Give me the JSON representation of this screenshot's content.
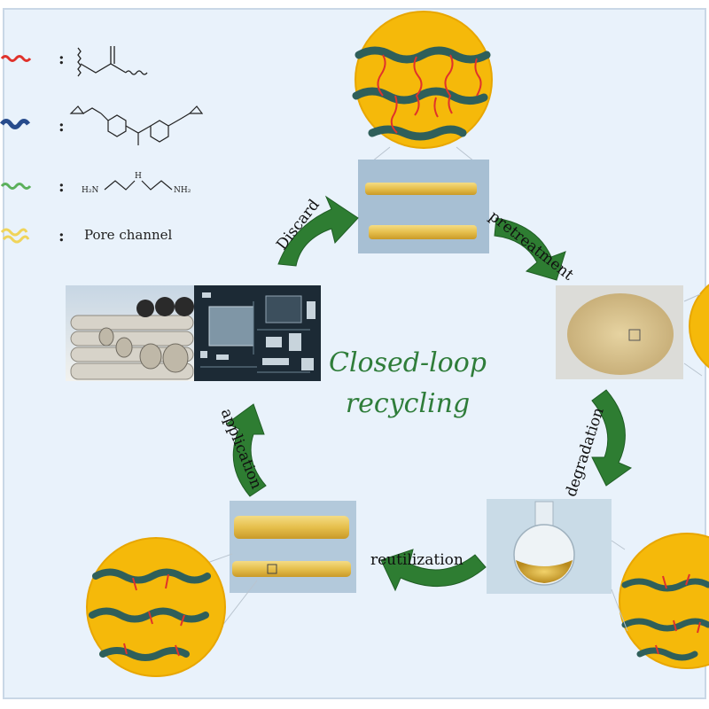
{
  "legend": {
    "pore_channel_label": "Pore channel",
    "amine_formula": {
      "left": "H₂N",
      "right": "NH₂",
      "top": "H"
    }
  },
  "center": {
    "line1": "Closed-loop",
    "line2": "recycling"
  },
  "steps": {
    "pretreatment": "pretreatment",
    "degradation": "degradation",
    "reutilization": "reutilization",
    "application": "application",
    "discard": "Discard"
  },
  "colors": {
    "background": "#e9f2fb",
    "arrow": "#2e7d32",
    "resin_disc": "#f4b400",
    "epoxy_chain": "#2f5f5a",
    "ester_link": "#e0322b",
    "sample_bar": "#e8c04a"
  }
}
